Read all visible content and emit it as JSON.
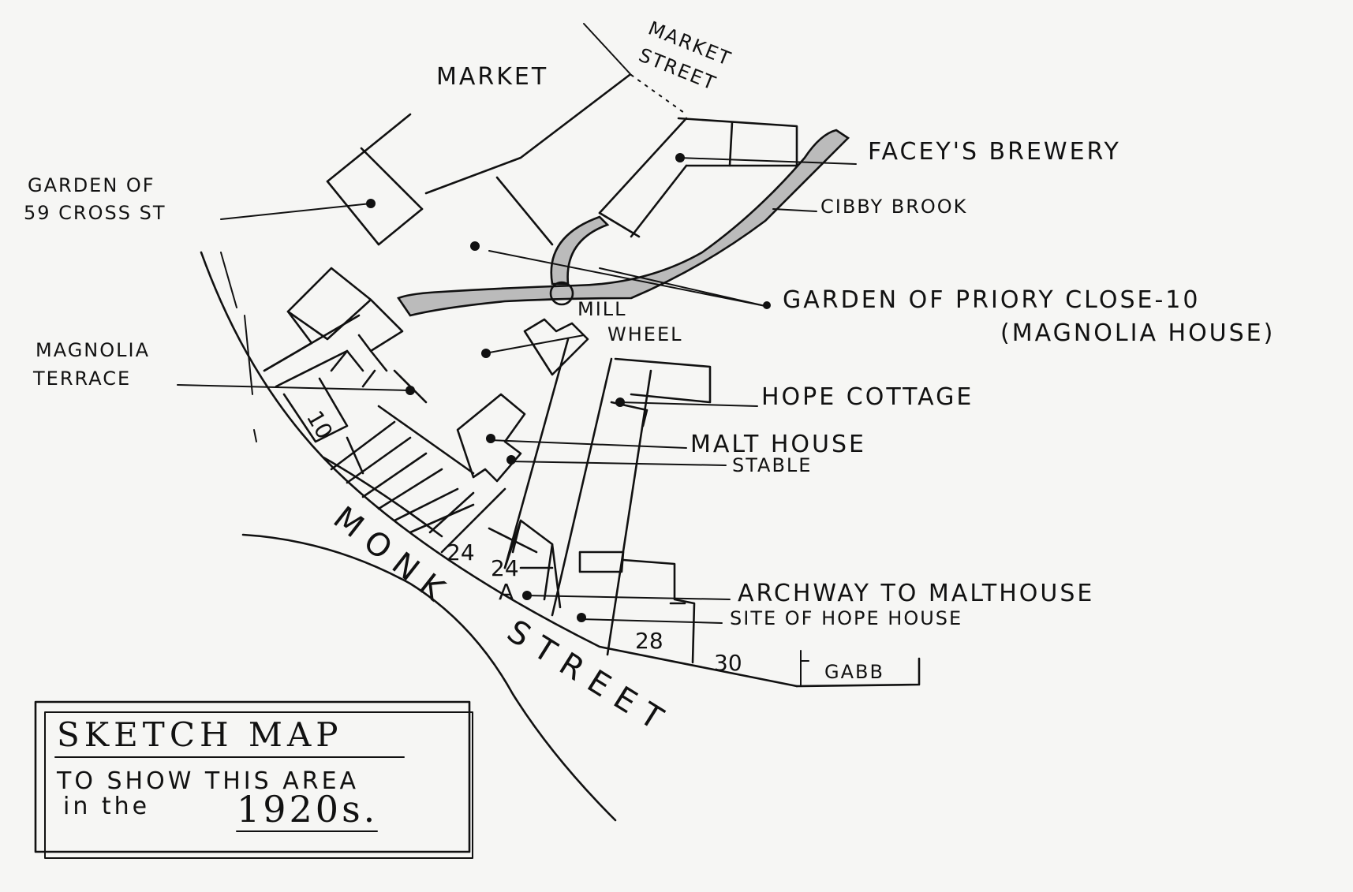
{
  "labels": {
    "market": "MARKET",
    "market_street_1": "MARKET",
    "market_street_2": "STREET",
    "faceys_brewery": "FACEY'S BREWERY",
    "cibby_brook": "CIBBY BROOK",
    "garden_59_line1": "GARDEN OF",
    "garden_59_line2": "59 CROSS ST",
    "garden_priory_line1": "GARDEN OF PRIORY CLOSE-10",
    "garden_priory_line2": "(MAGNOLIA HOUSE)",
    "mill_wheel_line1": "MILL",
    "mill_wheel_line2": "WHEEL",
    "magnolia_terrace_line1": "MAGNOLIA",
    "magnolia_terrace_line2": "TERRACE",
    "hope_cottage": "HOPE COTTAGE",
    "malt_house": "MALT HOUSE",
    "stable": "STABLE",
    "archway": "ARCHWAY TO MALTHOUSE",
    "site_hope_house": "SITE OF HOPE HOUSE",
    "gabb": "GABB",
    "monk_street_1": "MONK",
    "monk_street_2": "STREET"
  },
  "house_numbers": {
    "n10": "10",
    "n24": "24",
    "n24a_top": "24",
    "n24a_bottom": "A",
    "n28": "28",
    "n30": "30"
  },
  "legend": {
    "title": "SKETCH MAP",
    "line1": "TO SHOW THIS AREA",
    "line2_prefix": "in the",
    "year": "1920s."
  }
}
